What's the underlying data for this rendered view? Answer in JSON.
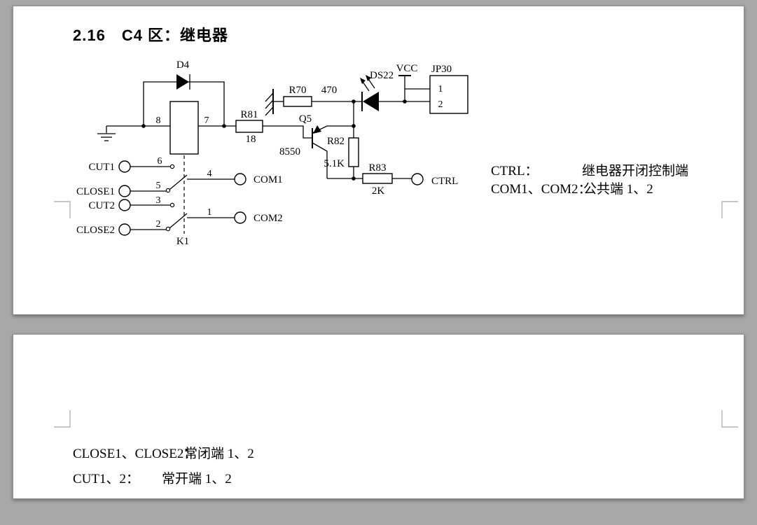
{
  "document": {
    "title": "2.16　C4 区：继电器",
    "page1_annotations": [
      {
        "label": "CTRL：",
        "desc": "继电器开闭控制端"
      },
      {
        "label": "COM1、COM2：",
        "desc": "公共端 1、2"
      }
    ],
    "page2_lines": [
      {
        "label": "CLOSE1、CLOSE2：",
        "desc": "常闭端 1、2"
      },
      {
        "label": "CUT1、2：",
        "desc": "常开端 1、2"
      }
    ]
  },
  "schematic": {
    "d4": "D4",
    "relay_pin8": "8",
    "relay_pin7": "7",
    "r81": "R81",
    "r81_value": "18",
    "q5": "Q5",
    "q5_value": "8550",
    "r70": "R70",
    "r70_value": "470",
    "ds22": "DS22",
    "vcc": "VCC",
    "jp30": "JP30",
    "jp30_pin1": "1",
    "jp30_pin2": "2",
    "r82": "R82",
    "r82_value": "5.1K",
    "r83": "R83",
    "r83_value": "2K",
    "ctrl": "CTRL",
    "cut1": "CUT1",
    "close1": "CLOSE1",
    "cut2": "CUT2",
    "close2": "CLOSE2",
    "com1": "COM1",
    "com2": "COM2",
    "k1": "K1",
    "pin6": "6",
    "pin5": "5",
    "pin3": "3",
    "pin2": "2",
    "pin4": "4",
    "pin1": "1"
  },
  "colors": {
    "page_background": "#ffffff",
    "desk_background": "#a8a8a8",
    "ink": "#000000",
    "boundary_mark": "#b4b4b4"
  }
}
